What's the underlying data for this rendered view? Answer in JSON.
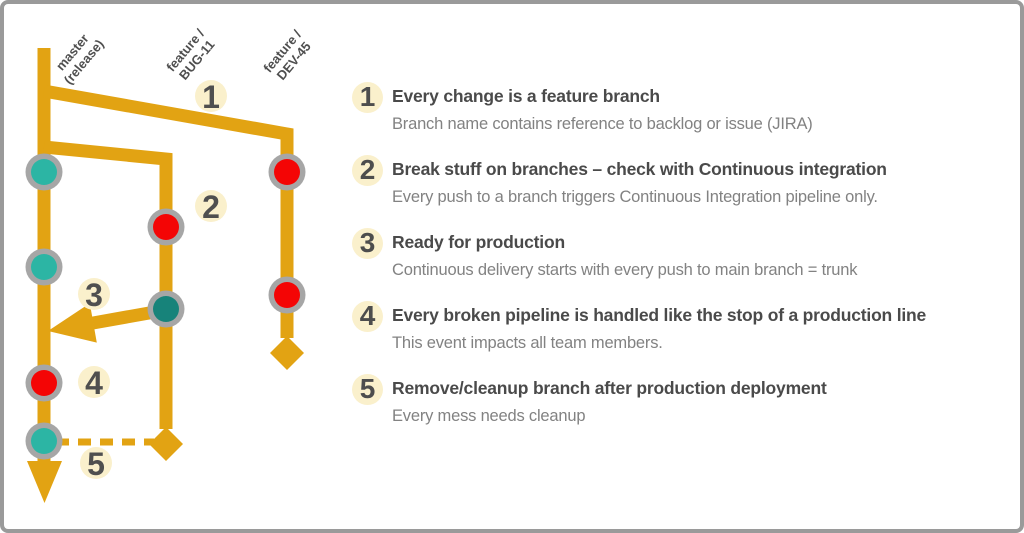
{
  "colors": {
    "amber": "#e2a313",
    "teal": "#2cb5a4",
    "dark_teal": "#17837a",
    "red": "#f40505",
    "ring_gray": "#a6a6a6",
    "badge_bg": "#faf0cc",
    "badge_text": "#4f4f4f",
    "heading_text": "#4a4a4a",
    "desc_text": "#828282",
    "border_gray": "#9a9a9a"
  },
  "diagram": {
    "branch_labels": [
      {
        "id": "master",
        "line1": "master",
        "line2": "(release)"
      },
      {
        "id": "feature-bug-11",
        "line1": "feature /",
        "line2": "BUG-11"
      },
      {
        "id": "feature-dev-45",
        "line1": "feature /",
        "line2": "DEV-45"
      }
    ],
    "step_markers": [
      {
        "number": "1"
      },
      {
        "number": "2"
      },
      {
        "number": "3"
      },
      {
        "number": "4"
      },
      {
        "number": "5"
      }
    ],
    "commits": [
      {
        "branch": "master",
        "dot_color": "teal"
      },
      {
        "branch": "master",
        "dot_color": "teal"
      },
      {
        "branch": "master",
        "dot_color": "red"
      },
      {
        "branch": "master",
        "dot_color": "teal"
      },
      {
        "branch": "feature/BUG-11",
        "dot_color": "red"
      },
      {
        "branch": "feature/BUG-11",
        "dot_color": "dark_teal"
      },
      {
        "branch": "feature/DEV-45",
        "dot_color": "red"
      },
      {
        "branch": "feature/DEV-45",
        "dot_color": "red"
      }
    ],
    "ends": {
      "master_end": "arrow-down",
      "bug11_end": "diamond",
      "dev45_end": "diamond",
      "cleanup_link": "dashed"
    }
  },
  "legend": {
    "items": [
      {
        "number": "1",
        "title": "Every change is a feature branch",
        "description": "Branch name contains reference to backlog or issue (JIRA)"
      },
      {
        "number": "2",
        "title": "Break stuff on branches – check with Continuous integration",
        "description": "Every push to a branch triggers Continuous Integration pipeline only."
      },
      {
        "number": "3",
        "title": "Ready for production",
        "description": "Continuous delivery starts with every push to main branch = trunk"
      },
      {
        "number": "4",
        "title": "Every broken pipeline is handled like the stop of a production line",
        "description": "This event impacts all team members."
      },
      {
        "number": "5",
        "title": "Remove/cleanup branch after production deployment",
        "description": "Every mess needs cleanup"
      }
    ]
  }
}
